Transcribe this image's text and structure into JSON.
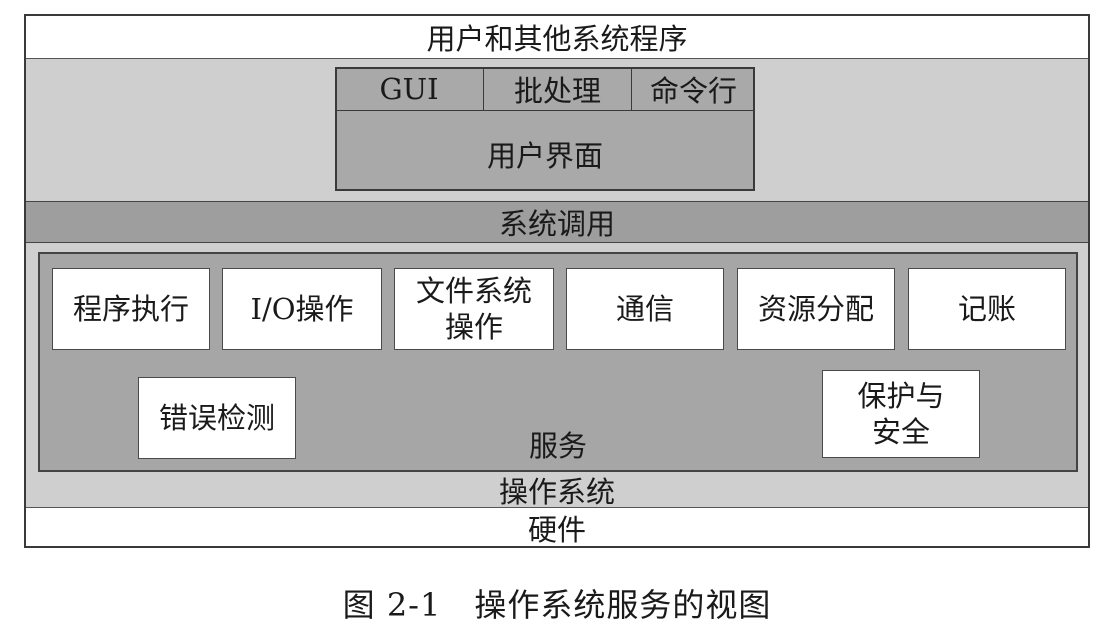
{
  "top_label": "用户和其他系统程序",
  "ui": {
    "tabs": [
      "GUI",
      "批处理",
      "命令行"
    ],
    "label": "用户界面"
  },
  "syscall_label": "系统调用",
  "services": {
    "row1": [
      {
        "lines": [
          "程序执行"
        ]
      },
      {
        "lines": [
          "I/O操作"
        ]
      },
      {
        "lines": [
          "文件系统",
          "操作"
        ]
      },
      {
        "lines": [
          "通信"
        ]
      },
      {
        "lines": [
          "资源分配"
        ]
      },
      {
        "lines": [
          "记账"
        ]
      }
    ],
    "error_detection": "错误检测",
    "protection": [
      "保护与",
      "安全"
    ],
    "label": "服务"
  },
  "os_label": "操作系统",
  "hardware_label": "硬件",
  "caption": "图 2-1　操作系统服务的视图"
}
